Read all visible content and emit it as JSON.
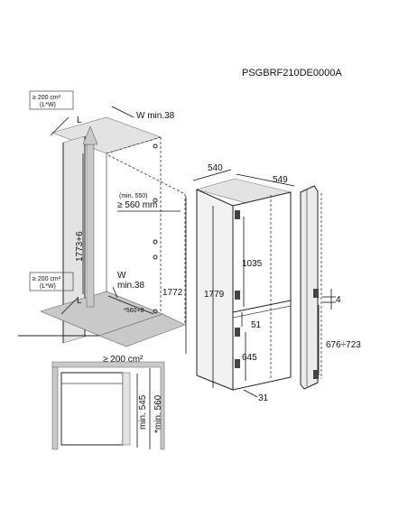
{
  "model_code": "PSGBRF210DE0000A",
  "vent_top": {
    "area": "≥ 200 cm²",
    "formula": "(L*W)"
  },
  "vent_mid": {
    "area": "≥ 200 cm²",
    "formula": "(L*W)"
  },
  "vent_bottom": {
    "area": "≥ 200 cm²"
  },
  "dims": {
    "l_top": "L",
    "w_top": "W min.38",
    "l_bottom": "L",
    "w_bottom_1": "W",
    "w_bottom_2": "min.38",
    "niche_height": "1773+6",
    "niche_width": "*560+8",
    "min_550": "(min. 550)",
    "min_560": "≥ 560 mm",
    "cabinet_height": "1772",
    "fridge_height": "1779",
    "fridge_width": "540",
    "fridge_depth": "549",
    "fridge_section": "1035",
    "gap_51": "51",
    "freezer_section": "645",
    "base_31": "31",
    "door_gap": "4",
    "door_range": "676÷723",
    "detail_min_545": "min. 545",
    "detail_min_560": "*min. 560"
  },
  "colors": {
    "line": "#222222",
    "shade": "#c9c9c9",
    "background": "#ffffff"
  }
}
